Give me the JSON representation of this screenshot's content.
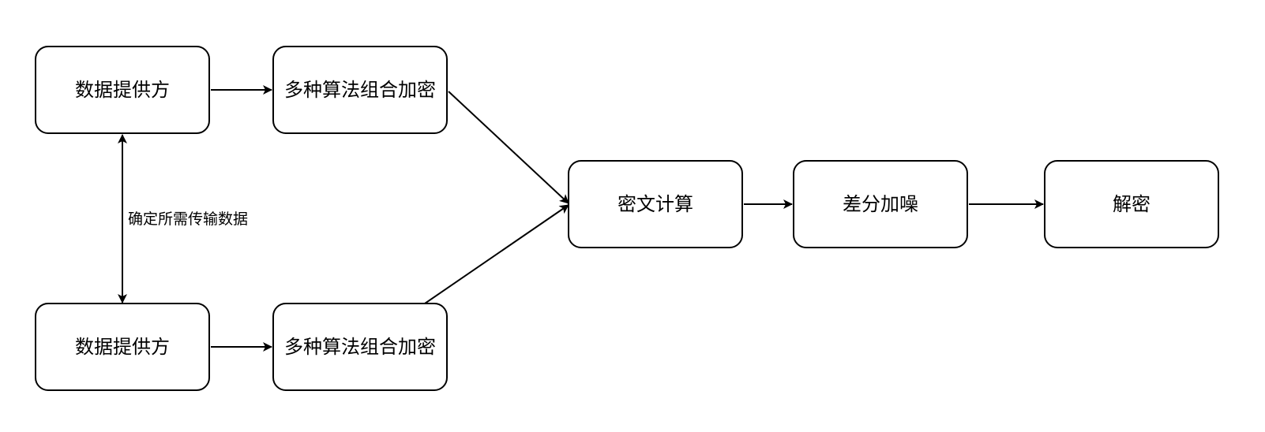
{
  "nodes": {
    "provider_top": {
      "label": "数据提供方"
    },
    "encrypt_top": {
      "label": "多种算法组合加密"
    },
    "provider_bottom": {
      "label": "数据提供方"
    },
    "encrypt_bottom": {
      "label": "多种算法组合加密"
    },
    "cipher_compute": {
      "label": "密文计算"
    },
    "differential_noise": {
      "label": "差分加噪"
    },
    "decrypt": {
      "label": "解密"
    }
  },
  "edges": {
    "providers_link": {
      "label": "确定所需传输数据"
    }
  }
}
